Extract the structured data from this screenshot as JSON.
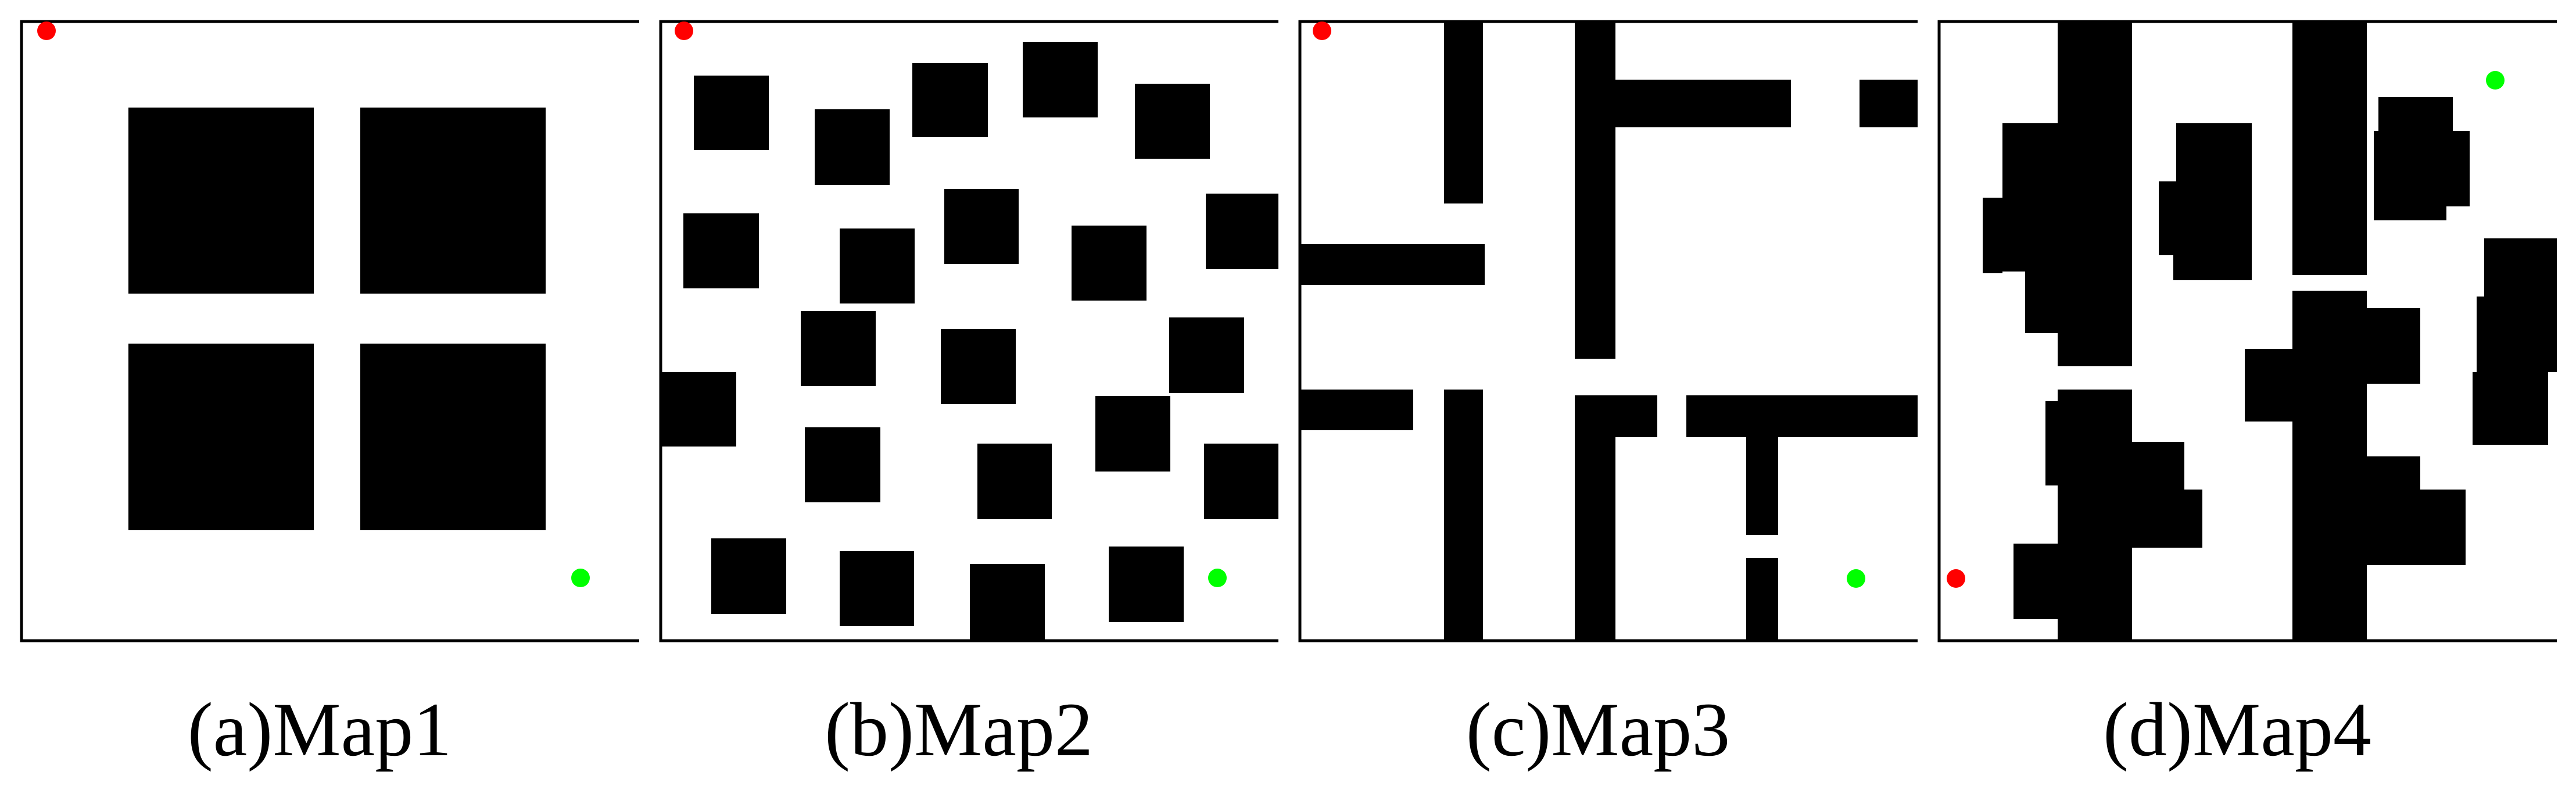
{
  "colors": {
    "background": "#ffffff",
    "obstacle": "#000000",
    "frame": "#000000",
    "start_marker": "#ff0000",
    "goal_marker": "#00ff00"
  },
  "maps": [
    {
      "caption": "(a)Map1"
    },
    {
      "caption": "(b)Map2"
    },
    {
      "caption": "(c)Map3"
    },
    {
      "caption": "(d)Map4"
    }
  ]
}
